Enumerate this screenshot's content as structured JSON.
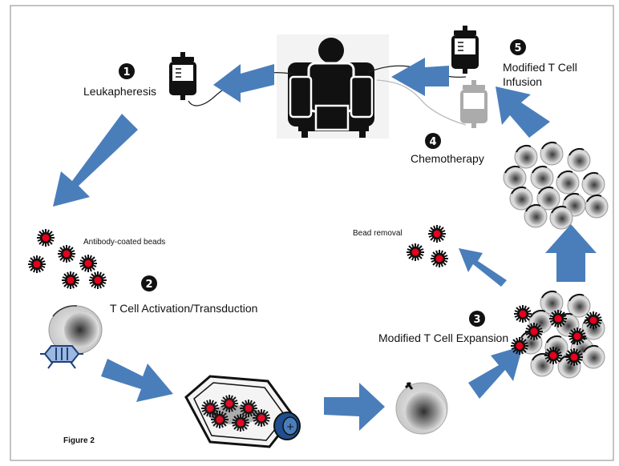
{
  "steps": [
    {
      "number": "1",
      "label": "Leukapheresis"
    },
    {
      "number": "2",
      "label": "T Cell Activation/Transduction"
    },
    {
      "number": "3",
      "label": "Modified T Cell Expansion"
    },
    {
      "number": "4",
      "label": "Chemotherapy"
    },
    {
      "number": "5",
      "label_line1": "Modified T Cell",
      "label_line2": "Infusion"
    }
  ],
  "annotations": {
    "beads": "Antibody-coated  beads",
    "bead_removal": "Bead removal"
  },
  "caption": "Figure 2",
  "colors": {
    "arrow": "#4a7ebb",
    "bead": "#e8001c",
    "cell_dark": "#555555",
    "cell_light": "#dddddd",
    "ink": "#111111"
  },
  "icons": [
    "patient-in-chair-icon",
    "blood-bag-icon",
    "culture-flask-icon",
    "t-cell-icon",
    "bead-icon"
  ]
}
